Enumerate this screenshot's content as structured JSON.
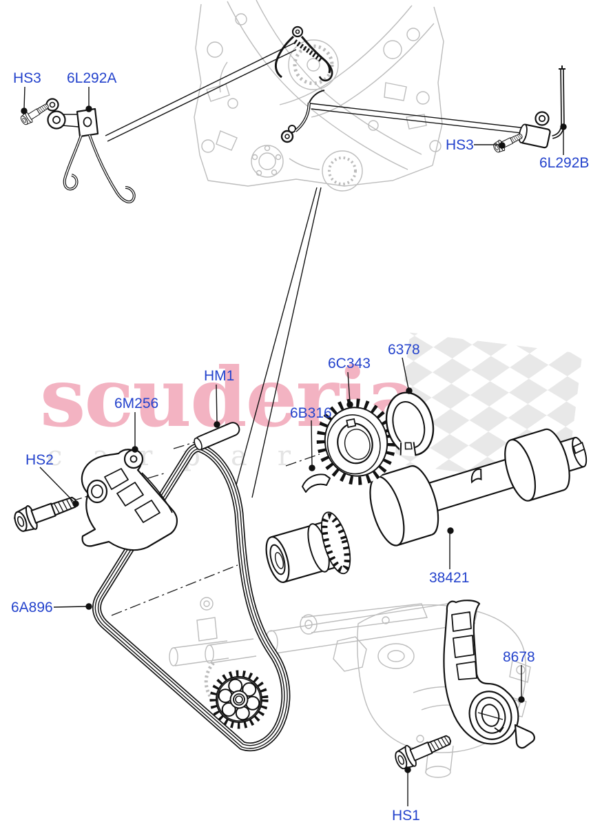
{
  "diagram": {
    "type": "exploded-parts-diagram",
    "label_color": "#2342cc",
    "line_color": "#111111",
    "faint_art_color": "#bcbcbc",
    "part_labels": {
      "hs3_left": "HS3",
      "p6l292a": "6L292A",
      "hs3_right": "HS3",
      "p6l292b": "6L292B",
      "hm1": "HM1",
      "p6m256": "6M256",
      "hs2": "HS2",
      "p6b316": "6B316",
      "p6c343": "6C343",
      "p6378": "6378",
      "p6a896": "6A896",
      "p38421": "38421",
      "p8678": "8678",
      "hs1": "HS1"
    },
    "watermark": {
      "brand": "scuderia",
      "sub": "carparts",
      "brand_color": "#f3b3c2",
      "sub_color": "#e4e4e4"
    }
  }
}
